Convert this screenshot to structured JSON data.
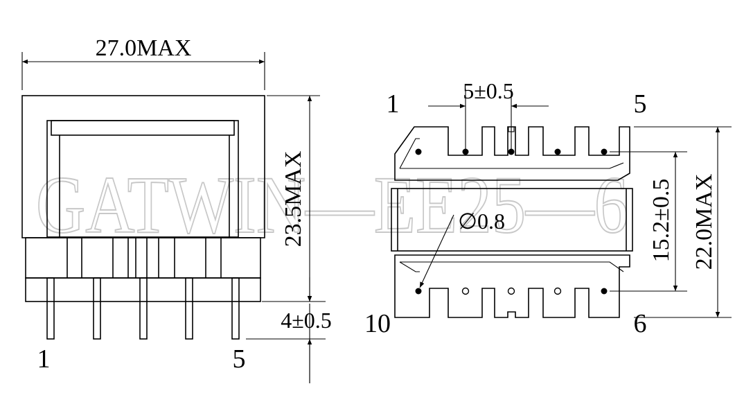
{
  "watermark": "GATWIN—EE25—6",
  "side_view": {
    "width_dim": "27.0MAX",
    "height_dim": "23.5MAX",
    "pin_length_dim": "4±0.5",
    "pin_left_label": "1",
    "pin_right_label": "5"
  },
  "bottom_view": {
    "pitch_dim": "5±0.5",
    "row_spacing_dim": "15.2±0.5",
    "depth_dim": "22.0MAX",
    "hole_dim": "∅0.8",
    "pin_labels": {
      "top_left": "1",
      "top_right": "5",
      "bottom_left": "10",
      "bottom_right": "6"
    }
  }
}
